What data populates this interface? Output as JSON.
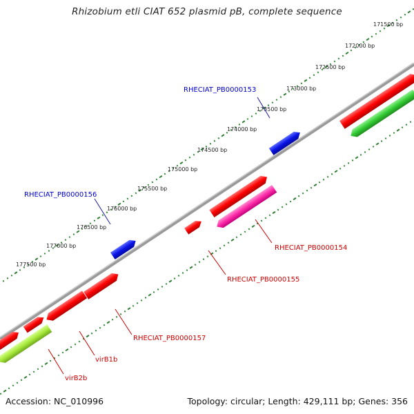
{
  "title": "Rhizobium etli CIAT 652 plasmid pB, complete sequence",
  "accession": "Accession: NC_010996",
  "summary": "Topology: circular; Length: 429,111 bp; Genes: 356",
  "colors": {
    "backbone": "#8c8c8c",
    "tick_marks": "#2e7d32",
    "feature_forward": "#ff0000",
    "feature_reverse_red": "#ff0000",
    "feature_blue": "#0a14e6",
    "feature_pink": "#ff2aa8",
    "feature_green": "#33cc33",
    "feature_lightgreen": "#a6e83a",
    "label_blue": "#0000cc",
    "label_red": "#cc0000"
  },
  "scale_labels": [
    "171500 bp",
    "172000 bp",
    "172500 bp",
    "173000 bp",
    "173500 bp",
    "174000 bp",
    "174500 bp",
    "175000 bp",
    "175500 bp",
    "176000 bp",
    "176500 bp",
    "177000 bp",
    "177500 bp"
  ],
  "feature_labels": {
    "pb153": "RHECIAT_PB0000153",
    "pb156": "RHECIAT_PB0000156",
    "pb154": "RHECIAT_PB0000154",
    "pb155": "RHECIAT_PB0000155",
    "pb157": "RHECIAT_PB0000157",
    "virB1b": "virB1b",
    "virB2b": "virB2b"
  }
}
